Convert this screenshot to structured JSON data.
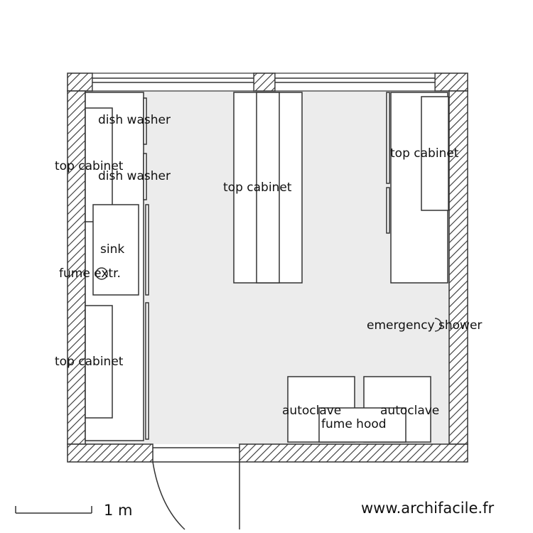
{
  "colors": {
    "wall_hatch": "#333333",
    "floor": "#ececec",
    "furniture_fill": "#ffffff",
    "outline": "#333333",
    "background": "#ffffff"
  },
  "labels": {
    "dish_washer_1": "dish washer",
    "dish_washer_2": "dish washer",
    "top_cabinet_left_upper": "top cabinet",
    "top_cabinet_left_lower": "top cabinet",
    "top_cabinet_center": "top cabinet",
    "top_cabinet_right": "top cabinet",
    "sink": "sink",
    "fume_extractor": "fume extr.",
    "emergency_shower": "emergency shower",
    "autoclave_left": "autoclave",
    "autoclave_right": "autoclave",
    "fume_hood": "fume hood"
  },
  "scale_bar": {
    "label": "1 m"
  },
  "watermark": "www.archifacile.fr"
}
